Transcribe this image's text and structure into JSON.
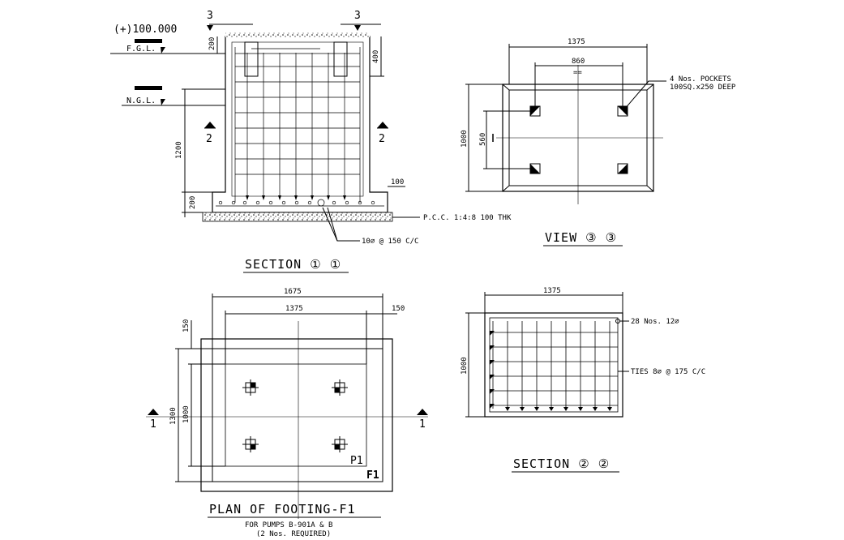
{
  "drawing": {
    "section_1_1": {
      "title": "SECTION ① ①",
      "level": "(+)100.000",
      "fgl": "F.G.L.",
      "ngl": "N.G.L.",
      "cut_marker_3": "3",
      "cut_marker_2": "2",
      "dims": {
        "top": "200",
        "pocket": "400",
        "height": "1200",
        "base": "200",
        "step": "100"
      },
      "pcc_note": "P.C.C. 1:4:8 100 THK",
      "bar_note": "10∅ @ 150 C/C"
    },
    "view_3_3": {
      "title": "VIEW ③ ③",
      "dims": {
        "width": "1375",
        "inner": "860",
        "height": "1000",
        "pocket_spacing": "560"
      },
      "equal_mark": "==",
      "pocket_note_1": "4 Nos. POCKETS",
      "pocket_note_2": "100SQ.x250 DEEP"
    },
    "plan_f1": {
      "title": "PLAN OF FOOTING-F1",
      "subtitle_1": "FOR PUMPS B-901A & B",
      "subtitle_2": "(2 Nos. REQUIRED)",
      "dims": {
        "outer_w": "1675",
        "inner_w": "1375",
        "edge": "150",
        "outer_h": "1300",
        "inner_h": "1000",
        "edge_v": "150"
      },
      "cut_marker_1": "1",
      "tag_p1": "P1",
      "tag_f1": "F1"
    },
    "section_2_2": {
      "title": "SECTION ② ②",
      "dims": {
        "width": "1375",
        "height": "1000"
      },
      "bars_note": "28 Nos. 12∅",
      "ties_note": "TIES 8∅ @ 175 C/C"
    }
  }
}
